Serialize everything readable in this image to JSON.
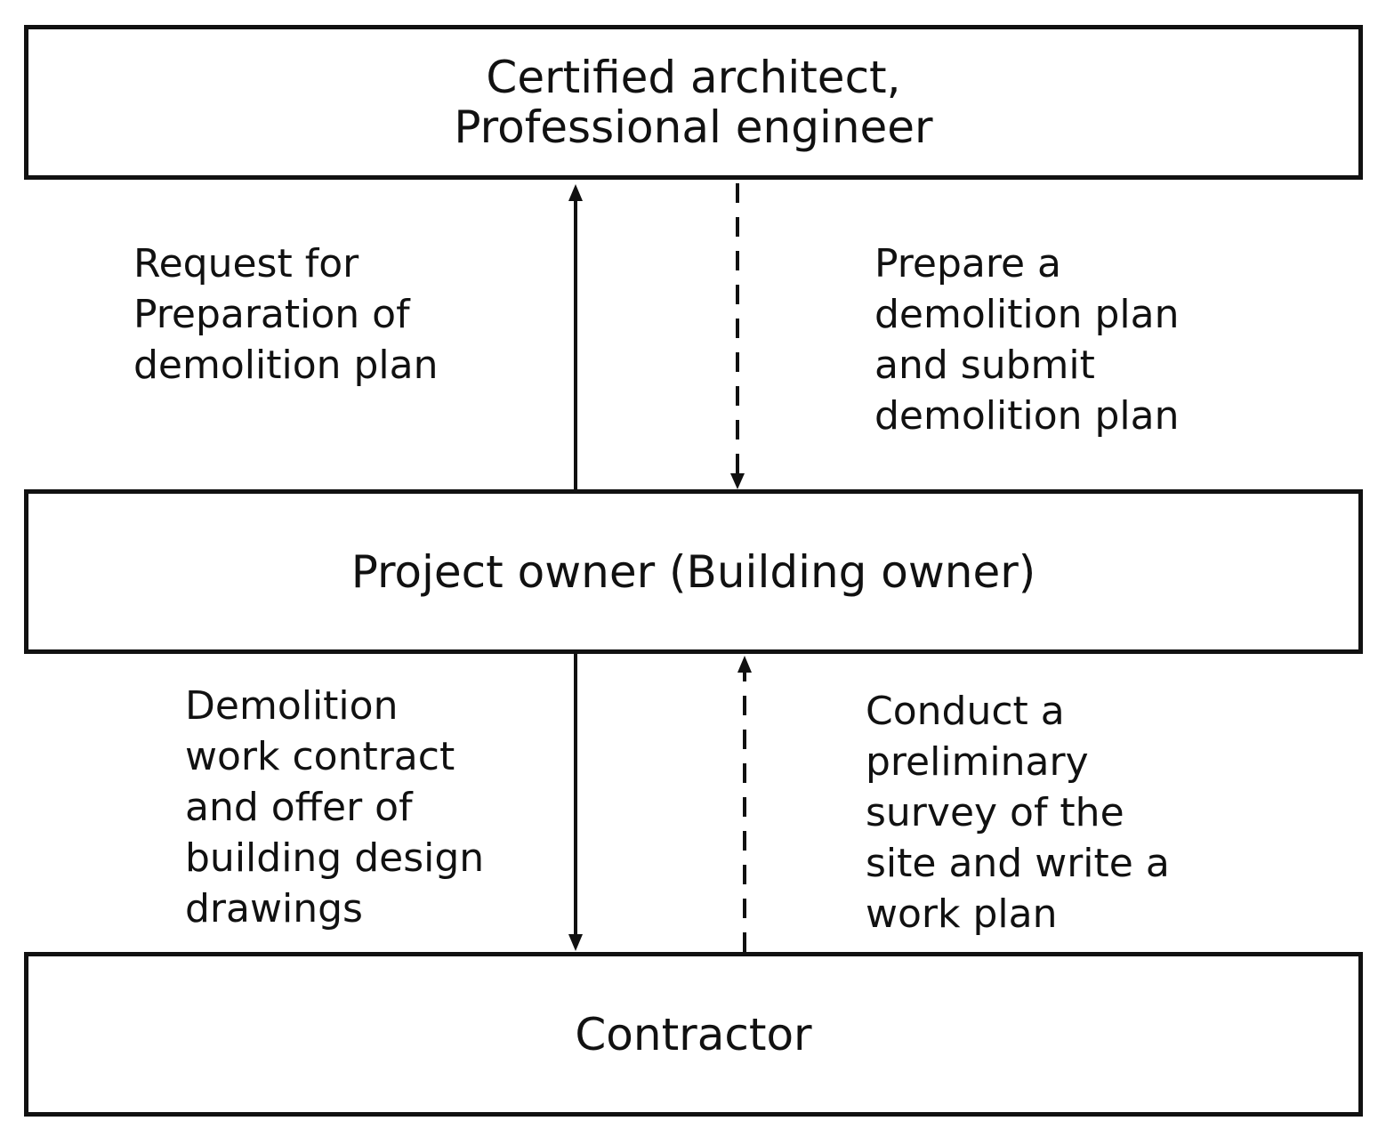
{
  "diagram": {
    "boxes": {
      "top": {
        "lines": [
          "Certified architect,",
          "Professional engineer"
        ]
      },
      "middle": {
        "lines": [
          "Project owner (Building owner)"
        ]
      },
      "bottom": {
        "lines": [
          "Contractor"
        ]
      }
    },
    "labels": {
      "request": {
        "lines": [
          "Request for",
          "Preparation of",
          "demolition plan"
        ]
      },
      "prepare": {
        "lines": [
          "Prepare a",
          "demolition plan",
          "and submit",
          "demolition plan"
        ]
      },
      "contract": {
        "lines": [
          "Demolition",
          "work contract",
          "and offer of",
          "building design",
          "drawings"
        ]
      },
      "survey": {
        "lines": [
          "Conduct a",
          "preliminary",
          "survey of the",
          "site and write a",
          "work plan"
        ]
      }
    },
    "arrows": [
      {
        "from": "middle",
        "to": "top",
        "style": "solid"
      },
      {
        "from": "top",
        "to": "middle",
        "style": "dashed"
      },
      {
        "from": "middle",
        "to": "bottom",
        "style": "solid"
      },
      {
        "from": "bottom",
        "to": "middle",
        "style": "dashed"
      }
    ]
  }
}
